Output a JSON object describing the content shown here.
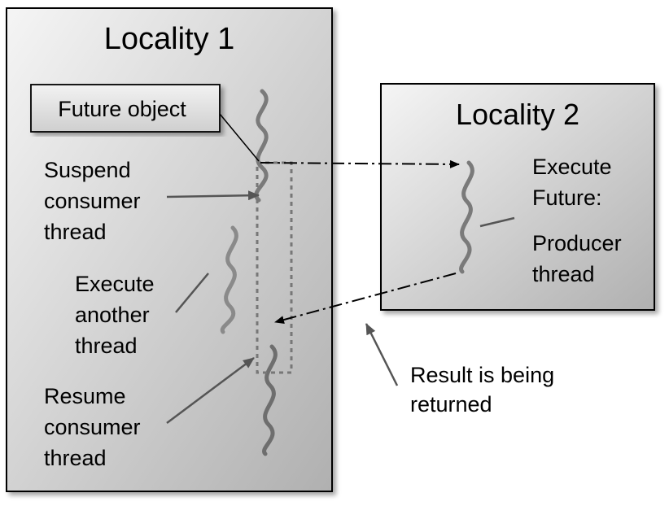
{
  "locality1": {
    "title": "Locality 1",
    "future_object_label": "Future object",
    "suspend_label": [
      "Suspend",
      "consumer",
      "thread"
    ],
    "execute_another_label": [
      "Execute",
      "another",
      "thread"
    ],
    "resume_label": [
      "Resume",
      "consumer",
      "thread"
    ]
  },
  "locality2": {
    "title": "Locality 2",
    "execute_future_label": [
      "Execute",
      "Future:"
    ],
    "producer_label": [
      "Producer",
      "thread"
    ]
  },
  "result_label": [
    "Result is being",
    "returned"
  ],
  "colors": {
    "box_gradient_light": "#f4f4f4",
    "box_gradient_dark": "#b3b3b3",
    "thread_color": "#808080",
    "arrow_color": "#000000"
  }
}
